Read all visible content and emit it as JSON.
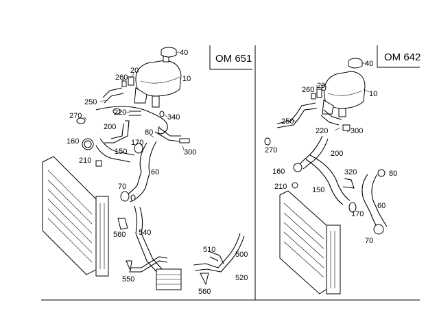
{
  "engines": {
    "left": "OM 651",
    "right": "OM 642"
  },
  "left_labels": [
    "40",
    "20",
    "260",
    "10",
    "250",
    "220",
    "340",
    "270",
    "200",
    "80",
    "160",
    "170",
    "150",
    "300",
    "210",
    "60",
    "70",
    "560",
    "540",
    "510",
    "500",
    "550",
    "520",
    "560"
  ],
  "right_labels": [
    "40",
    "260",
    "20",
    "10",
    "250",
    "220",
    "300",
    "270",
    "200",
    "160",
    "320",
    "80",
    "150",
    "210",
    "60",
    "170",
    "70"
  ]
}
